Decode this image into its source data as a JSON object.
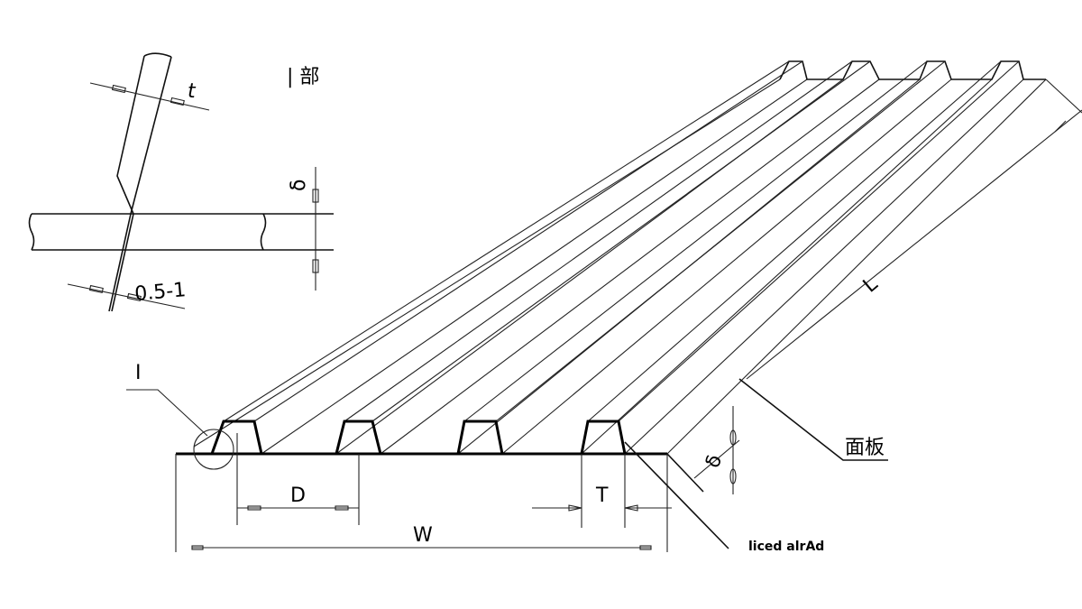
{
  "detail": {
    "title": "| 部",
    "thickness_label": "t",
    "gap_label": "0.5-1",
    "delta_label": "δ"
  },
  "main": {
    "detail_ref": "I",
    "width_label": "W",
    "rib_spacing_label": "D",
    "rib_width_label": "T",
    "length_label": "L",
    "panel_label": "面板",
    "rib_label": "liced alrAd",
    "delta_label": "δ"
  }
}
